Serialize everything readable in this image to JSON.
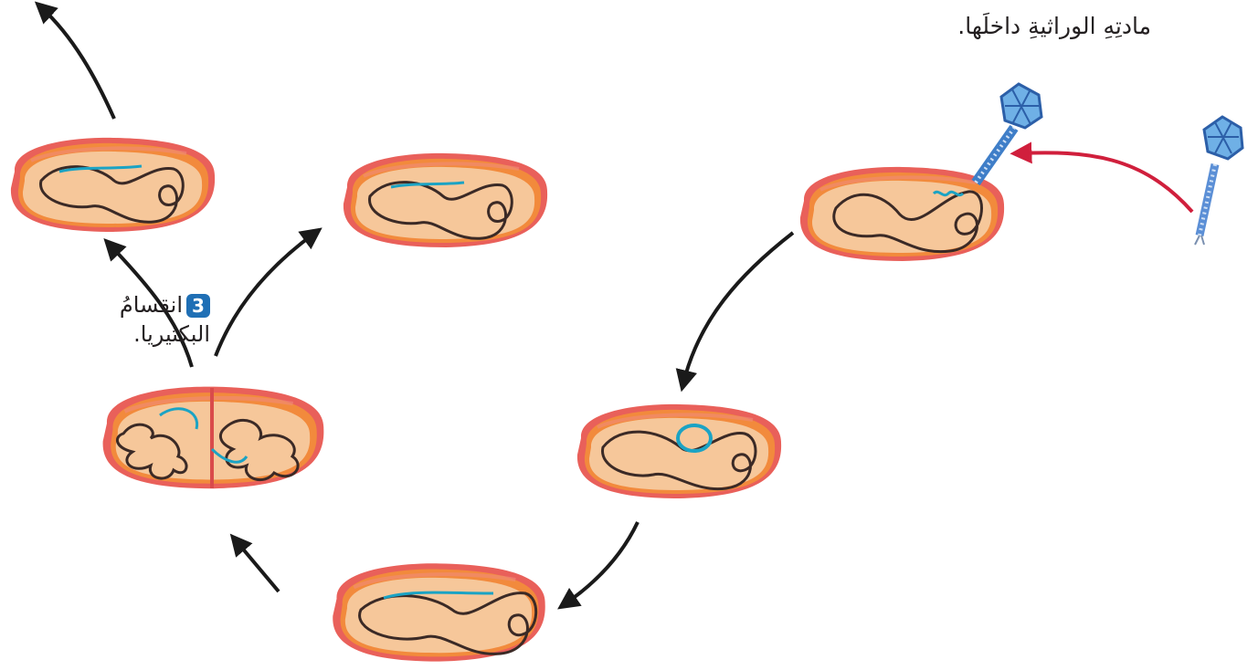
{
  "labels": {
    "top_caption": "مادتِهِ الوراثيةِ داخلَها.",
    "step3_number": "3",
    "step3_line1": "انقسامُ",
    "step3_line2": "البكتيريا."
  },
  "colors": {
    "cell_wall": "#e9605a",
    "cell_rim": "#f28a3c",
    "cytoplasm": "#f6c79a",
    "bacterial_dna": "#3b2a26",
    "viral_dna": "#1ba3c4",
    "phage": "#5b8fd6",
    "injection_arrow": "#d01f3c",
    "cycle_arrow": "#1a1a1a",
    "step_badge": "#1f6fb5"
  }
}
